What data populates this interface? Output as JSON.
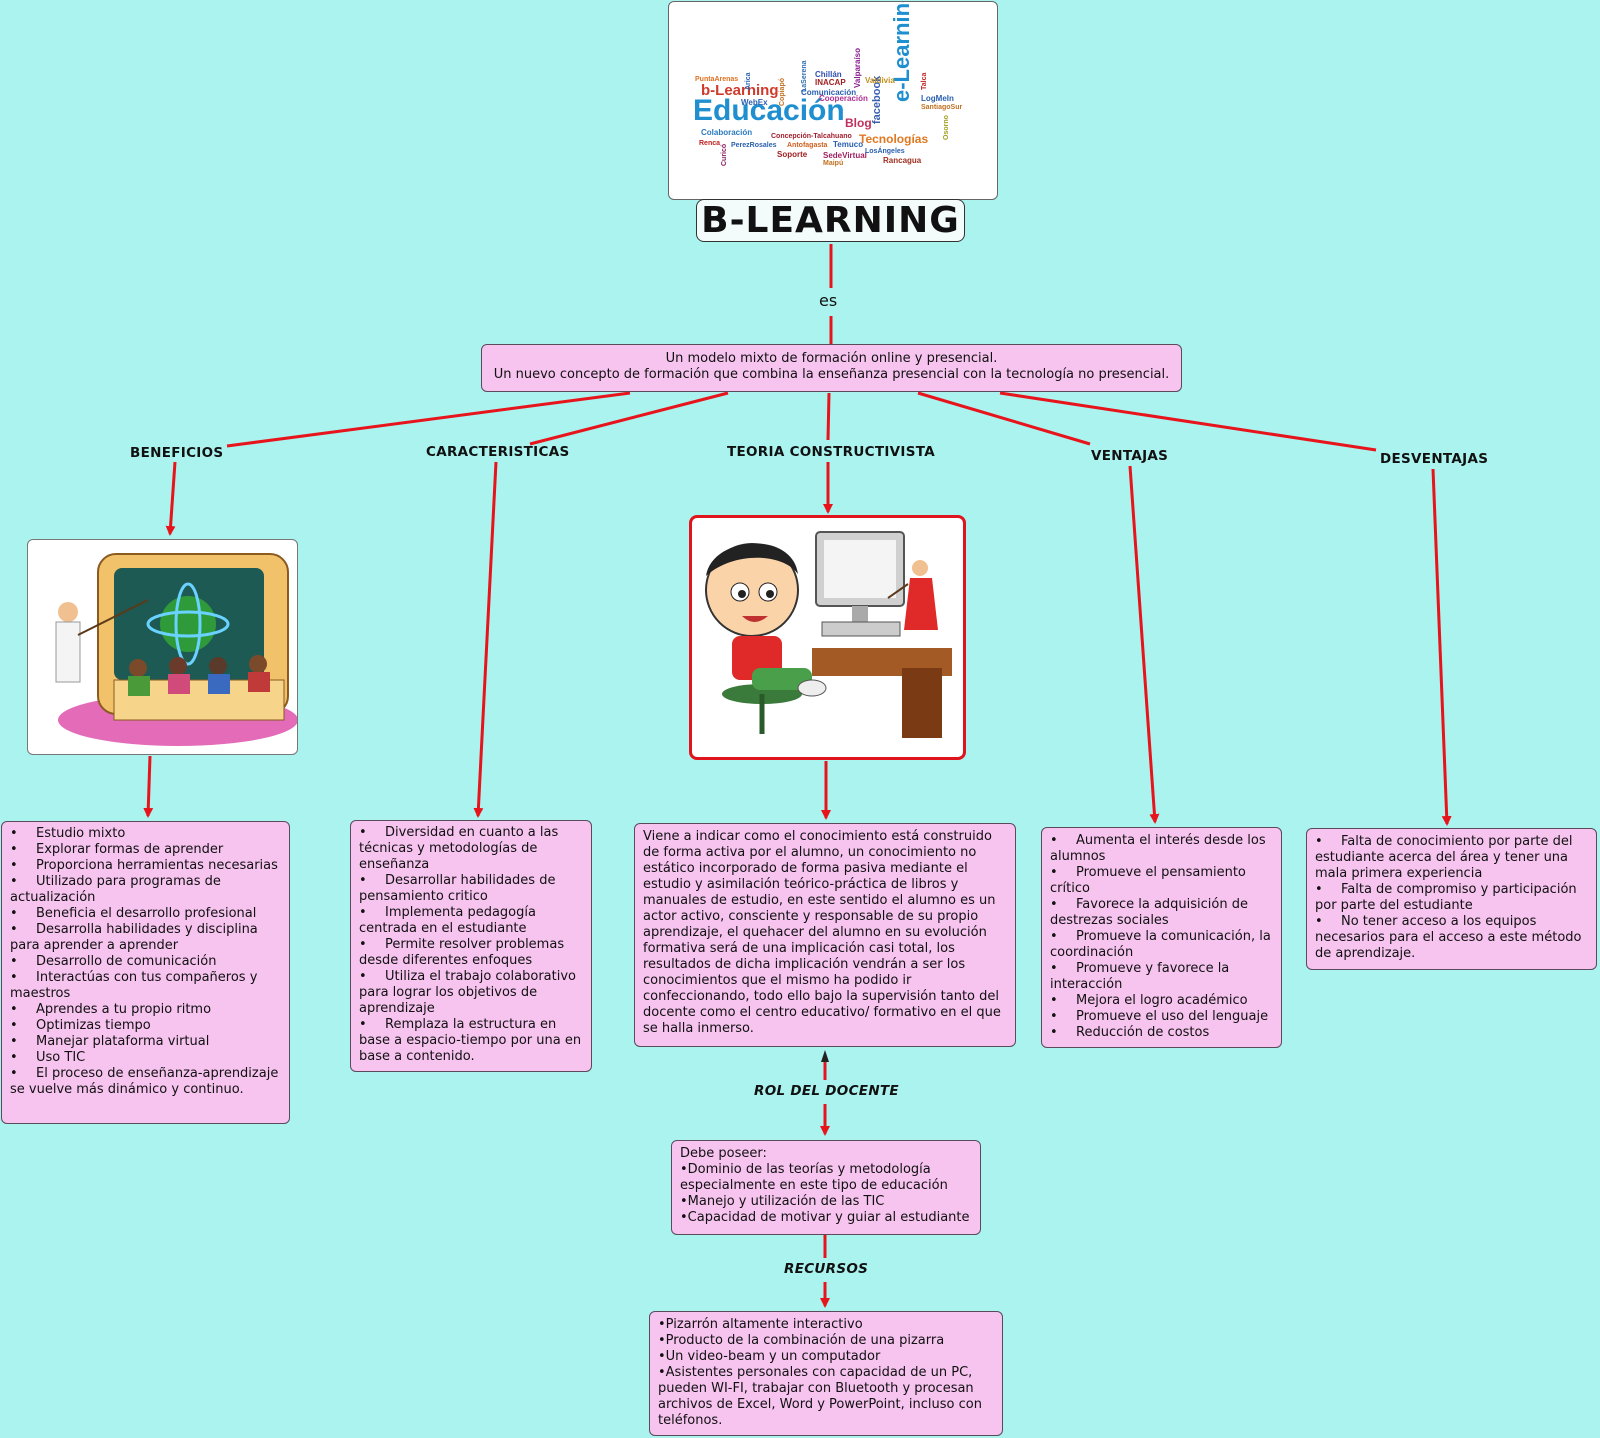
{
  "title": "B-LEARNING",
  "connector_es": "es",
  "wordcloud": {
    "words": [
      "Educación",
      "e-Learning",
      "b-Learning",
      "Blog",
      "Tecnologías",
      "facebook",
      "Cooperación",
      "Colaboración",
      "Soporte",
      "SedeVirtual",
      "Rancagua",
      "Temuco",
      "Antofagasta",
      "Concepción-Talcahuano",
      "Comunicación",
      "INACAP",
      "Chillán",
      "LaSerena",
      "Valparaíso",
      "PuntaArenas",
      "Arica",
      "WebEx",
      "LogMeIn",
      "SantiagoSur",
      "Renca",
      "PerezRosales",
      "Maipú",
      "LosÁngeles",
      "Curicó",
      "Copiapó",
      "Valdivia",
      "Talca",
      "Osorno"
    ]
  },
  "definition": {
    "line1": "Un modelo mixto de formación online y presencial.",
    "line2": "Un nuevo concepto de formación que combina la enseñanza presencial con la tecnología no presencial."
  },
  "branches": {
    "beneficios": "BENEFICIOS",
    "caracteristicas": "CARACTERISTICAS",
    "teoria": "TEORIA CONSTRUCTIVISTA",
    "ventajas": "VENTAJAS",
    "desventajas": "DESVENTAJAS"
  },
  "beneficios_items": [
    "Estudio mixto",
    "Explorar formas de aprender",
    "Proporciona herramientas necesarias",
    "Utilizado para programas de actualización",
    "Beneficia el desarrollo profesional",
    "Desarrolla habilidades y disciplina para aprender a aprender",
    "Desarrollo de comunicación",
    "Interactúas con tus compañeros y maestros",
    "Aprendes a tu propio ritmo",
    "Optimizas tiempo",
    "Manejar plataforma virtual",
    "Uso TIC",
    "El proceso de enseñanza-aprendizaje se vuelve más dinámico y continuo."
  ],
  "caracteristicas_items": [
    "Diversidad en cuanto a las técnicas y metodologías de enseñanza",
    "Desarrollar habilidades de pensamiento critico",
    "Implementa pedagogía centrada en el estudiante",
    "Permite resolver problemas desde diferentes enfoques",
    "Utiliza el trabajo colaborativo para lograr los objetivos de aprendizaje",
    "Remplaza la estructura en base a espacio-tiempo por una en base a contenido."
  ],
  "teoria_text": "Viene a indicar como el conocimiento está construido de forma activa por el alumno, un conocimiento no estático incorporado de forma pasiva mediante el estudio y asimilación teórico-práctica de libros y manuales de estudio, en este sentido el alumno es un actor activo, consciente y responsable de su propio aprendizaje, el quehacer del alumno en su evolución formativa será de una implicación casi total, los resultados de dicha implicación vendrán a ser los conocimientos que el mismo ha podido ir confeccionando, todo ello bajo la supervisión tanto del docente como el centro educativo/ formativo en el que se halla inmerso.",
  "ventajas_items": [
    "Aumenta el interés desde los alumnos",
    "Promueve el pensamiento crítico",
    "Favorece la adquisición de destrezas sociales",
    "Promueve la comunicación, la coordinación",
    "Promueve y favorece la interacción",
    "Mejora el logro académico",
    "Promueve el uso del lenguaje",
    "Reducción de costos"
  ],
  "desventajas_items": [
    "Falta de conocimiento por parte del estudiante acerca del área y tener una mala primera experiencia",
    "Falta de compromiso y participación por parte del estudiante",
    "No tener acceso a los equipos necesarios para el acceso a este método de aprendizaje."
  ],
  "rol_docente_label": "ROL DEL DOCENTE",
  "rol_docente": {
    "intro": "Debe poseer:",
    "items": [
      "•Dominio de las teorías y metodología especialmente en este tipo de educación",
      "•Manejo y utilización de las TIC",
      "•Capacidad de motivar y guiar al estudiante"
    ]
  },
  "recursos_label": "RECURSOS",
  "recursos_items": [
    "•Pizarrón altamente interactivo",
    "•Producto de la combinación de una pizarra",
    "•Un video-beam y un computador",
    "•Asistentes personales con capacidad de un PC, pueden WI-FI, trabajar con Bluetooth  y procesan archivos de Excel, Word y PowerPoint, incluso con teléfonos."
  ],
  "colors": {
    "background": "#aaf3ef",
    "box": "#f7c4f0",
    "connector": "#e8141c"
  }
}
